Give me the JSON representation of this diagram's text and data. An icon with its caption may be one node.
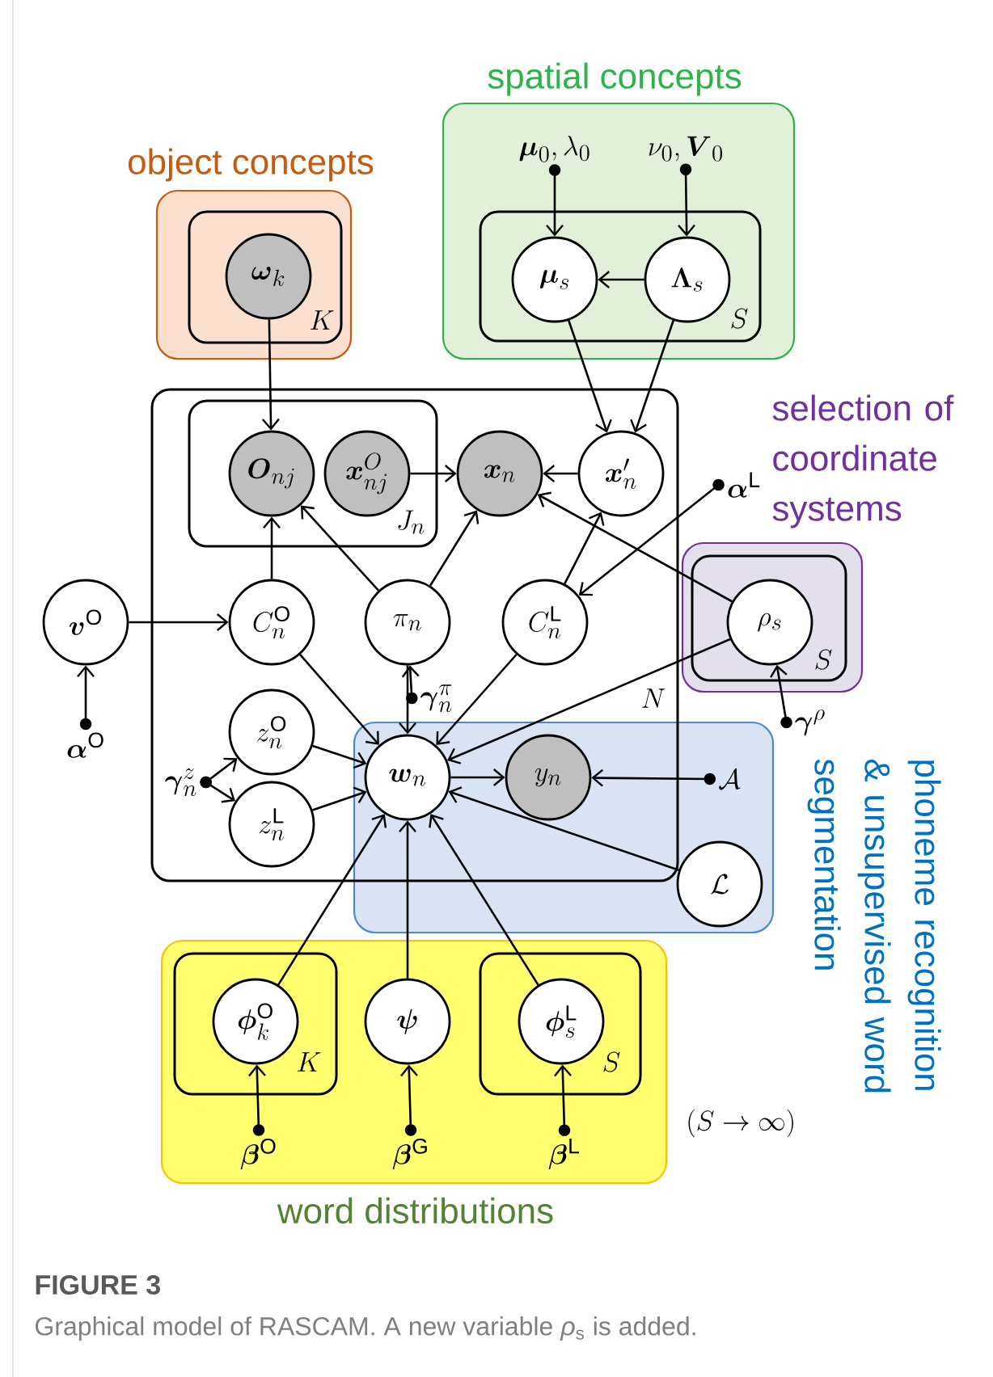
{
  "diagram": {
    "caption": "Graphical model of RASCAM. A new variable *ρ*$_{s}$ is added.",
    "nodes": [
      {
        "text": [
          "spatial concepts"
        ]
      },
      {
        "text": [
          "S"
        ],
        "in": 0
      },
      {
        "text": [
          "\\boldsymbol{\\mu}_0, \\lambda_0"
        ],
        "in": 0
      },
      {
        "text": [
          "\\nu_0, \\boldsymbol{V}_0"
        ],
        "in": 0
      },
      {
        "text": [
          "\\boldsymbol{\\mu}_s"
        ],
        "in": 1
      },
      {
        "text": [
          "\\boldsymbol{\\Lambda}_s"
        ],
        "in": 1
      },
      {
        "text": [
          "object concepts"
        ]
      },
      {
        "text": [
          "K"
        ],
        "in": 6
      },
      {
        "text": [
          "\\boldsymbol{\\omega}_k"
        ],
        "in": 7
      },
      {
        "text": [
          "N"
        ]
      },
      {
        "text": [
          "J_n"
        ],
        "in": 9
      },
      {
        "text": [
          "\\boldsymbol{O}_{nj}"
        ],
        "in": 10
      },
      {
        "text": [
          "\\boldsymbol{x}^{O}_{nj}"
        ],
        "in": 10
      },
      {
        "text": [
          "\\boldsymbol{x}_n"
        ],
        "in": 9
      },
      {
        "text": [
          "\\boldsymbol{x}'_n"
        ],
        "in": 9
      },
      {
        "text": [
          "\\boldsymbol{\\alpha}^{\\mathrm{L}}"
        ]
      },
      {
        "text": [
          "selection of coordinate systems"
        ]
      },
      {
        "text": [
          "S"
        ],
        "in": 16
      },
      {
        "text": [
          "\\rho_s"
        ],
        "in": 17
      },
      {
        "text": [
          "\\boldsymbol{\\gamma}^{\\rho}"
        ]
      },
      {
        "text": [
          "\\boldsymbol{v}^{\\mathrm{O}}"
        ]
      },
      {
        "text": [
          "\\boldsymbol{\\alpha}^{\\mathrm{O}}"
        ]
      },
      {
        "text": [
          "C^{\\mathrm{O}}_n"
        ],
        "in": 9
      },
      {
        "text": [
          "\\pi_n"
        ],
        "in": 9
      },
      {
        "text": [
          "C^{\\mathrm{L}}_n"
        ],
        "in": 9
      },
      {
        "text": [
          "\\boldsymbol{\\gamma}^{\\pi}_n"
        ],
        "in": 9
      },
      {
        "text": [
          "\\boldsymbol{\\gamma}^{z}_n"
        ],
        "in": 9
      },
      {
        "text": [
          "z^{\\mathrm{O}}_n"
        ],
        "in": 9
      },
      {
        "text": [
          "z^{\\mathrm{L}}_n"
        ],
        "in": 9
      },
      {
        "text": [
          "phoneme recognition & unsupervised word segmentation"
        ]
      },
      {
        "text": [
          "\\boldsymbol{w}_n"
        ]
      },
      {
        "text": [
          "y_n"
        ]
      },
      {
        "text": [
          "\\mathcal{A}"
        ],
        "in": 29
      },
      {
        "text": [
          "\\mathcal{L}"
        ],
        "in": 29
      },
      {
        "text": [
          "word distributions"
        ]
      },
      {
        "text": [
          "K"
        ],
        "in": 34
      },
      {
        "text": [
          "\\boldsymbol{\\phi}^{\\mathrm{O}}_k"
        ],
        "in": 35
      },
      {
        "text": [
          "\\boldsymbol{\\psi}"
        ],
        "in": 34
      },
      {
        "text": [
          "S"
        ],
        "in": 34
      },
      {
        "text": [
          "\\boldsymbol{\\phi}^{\\mathrm{L}}_s"
        ],
        "in": 38
      },
      {
        "text": [
          "\\boldsymbol{\\beta}^{\\mathrm{O}}"
        ],
        "in": 34
      },
      {
        "text": [
          "\\boldsymbol{\\beta}^{\\mathrm{G}}"
        ],
        "in": 34
      },
      {
        "text": [
          "\\boldsymbol{\\beta}^{\\mathrm{L}}"
        ],
        "in": 34
      }
    ],
    "edges": [
      {
        "from": 2,
        "to": 4,
        "arrow": "to"
      },
      {
        "from": 3,
        "to": 5,
        "arrow": "to"
      },
      {
        "from": 5,
        "to": 4,
        "arrow": "to"
      },
      {
        "from": 4,
        "to": 14,
        "arrow": "to"
      },
      {
        "from": 5,
        "to": 14,
        "arrow": "to"
      },
      {
        "from": 8,
        "to": 11,
        "arrow": "to"
      },
      {
        "from": 12,
        "to": 13,
        "arrow": "to"
      },
      {
        "from": 14,
        "to": 13,
        "arrow": "to"
      },
      {
        "from": 18,
        "to": 13,
        "arrow": "to"
      },
      {
        "from": 15,
        "to": 24,
        "arrow": "to"
      },
      {
        "from": 24,
        "to": 14,
        "arrow": "to"
      },
      {
        "from": 20,
        "to": 22,
        "arrow": "to"
      },
      {
        "from": 21,
        "to": 20,
        "arrow": "to"
      },
      {
        "from": 22,
        "to": 11,
        "arrow": "to"
      },
      {
        "from": 23,
        "to": 11,
        "arrow": "to"
      },
      {
        "from": 23,
        "to": 13,
        "arrow": "to"
      },
      {
        "from": 25,
        "to": 23,
        "arrow": "to"
      },
      {
        "from": 19,
        "to": 18,
        "arrow": "to"
      },
      {
        "from": 22,
        "to": 30,
        "arrow": "to"
      },
      {
        "from": 23,
        "to": 30,
        "arrow": "to"
      },
      {
        "from": 24,
        "to": 30,
        "arrow": "to"
      },
      {
        "from": 18,
        "to": 30,
        "arrow": "to"
      },
      {
        "from": 26,
        "to": 27,
        "arrow": "to"
      },
      {
        "from": 26,
        "to": 28,
        "arrow": "to"
      },
      {
        "from": 27,
        "to": 30,
        "arrow": "to"
      },
      {
        "from": 28,
        "to": 30,
        "arrow": "to"
      },
      {
        "from": 30,
        "to": 31,
        "arrow": "to"
      },
      {
        "from": 32,
        "to": 31,
        "arrow": "to"
      },
      {
        "from": 33,
        "to": 30,
        "arrow": "to"
      },
      {
        "from": 36,
        "to": 30,
        "arrow": "to"
      },
      {
        "from": 37,
        "to": 30,
        "arrow": "to"
      },
      {
        "from": 39,
        "to": 30,
        "arrow": "to"
      },
      {
        "from": 40,
        "to": 36,
        "arrow": "to"
      },
      {
        "from": 41,
        "to": 37,
        "arrow": "to"
      },
      {
        "from": 42,
        "to": 39,
        "arrow": "to"
      }
    ],
    "labels": [
      "(S \\to \\infty)",
      "FIGURE 3"
    ]
  }
}
